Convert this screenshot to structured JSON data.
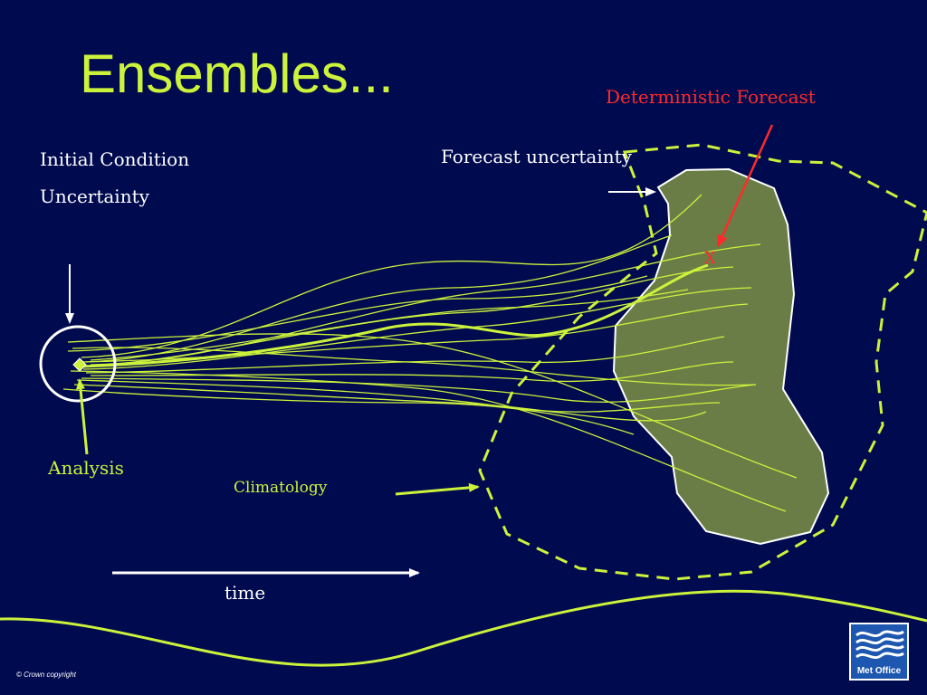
{
  "slide": {
    "title": "Ensembles...",
    "labels": {
      "initial_condition_line1": "Initial Condition",
      "initial_condition_line2": "Uncertainty",
      "forecast_uncertainty": "Forecast uncertainty",
      "deterministic_forecast": "Deterministic Forecast",
      "analysis": "Analysis",
      "climatology": "Climatology",
      "time": "time",
      "forecast_marker": "X"
    },
    "copyright": "© Crown copyright",
    "logo": {
      "text": "Met Office"
    },
    "colors": {
      "background": "#000a4f",
      "accent_green": "#ccf23b",
      "forecast_region_fill": "#6b7d47",
      "deterministic_red": "#ff2a2a",
      "logo_blue": "#1d57b0"
    }
  }
}
